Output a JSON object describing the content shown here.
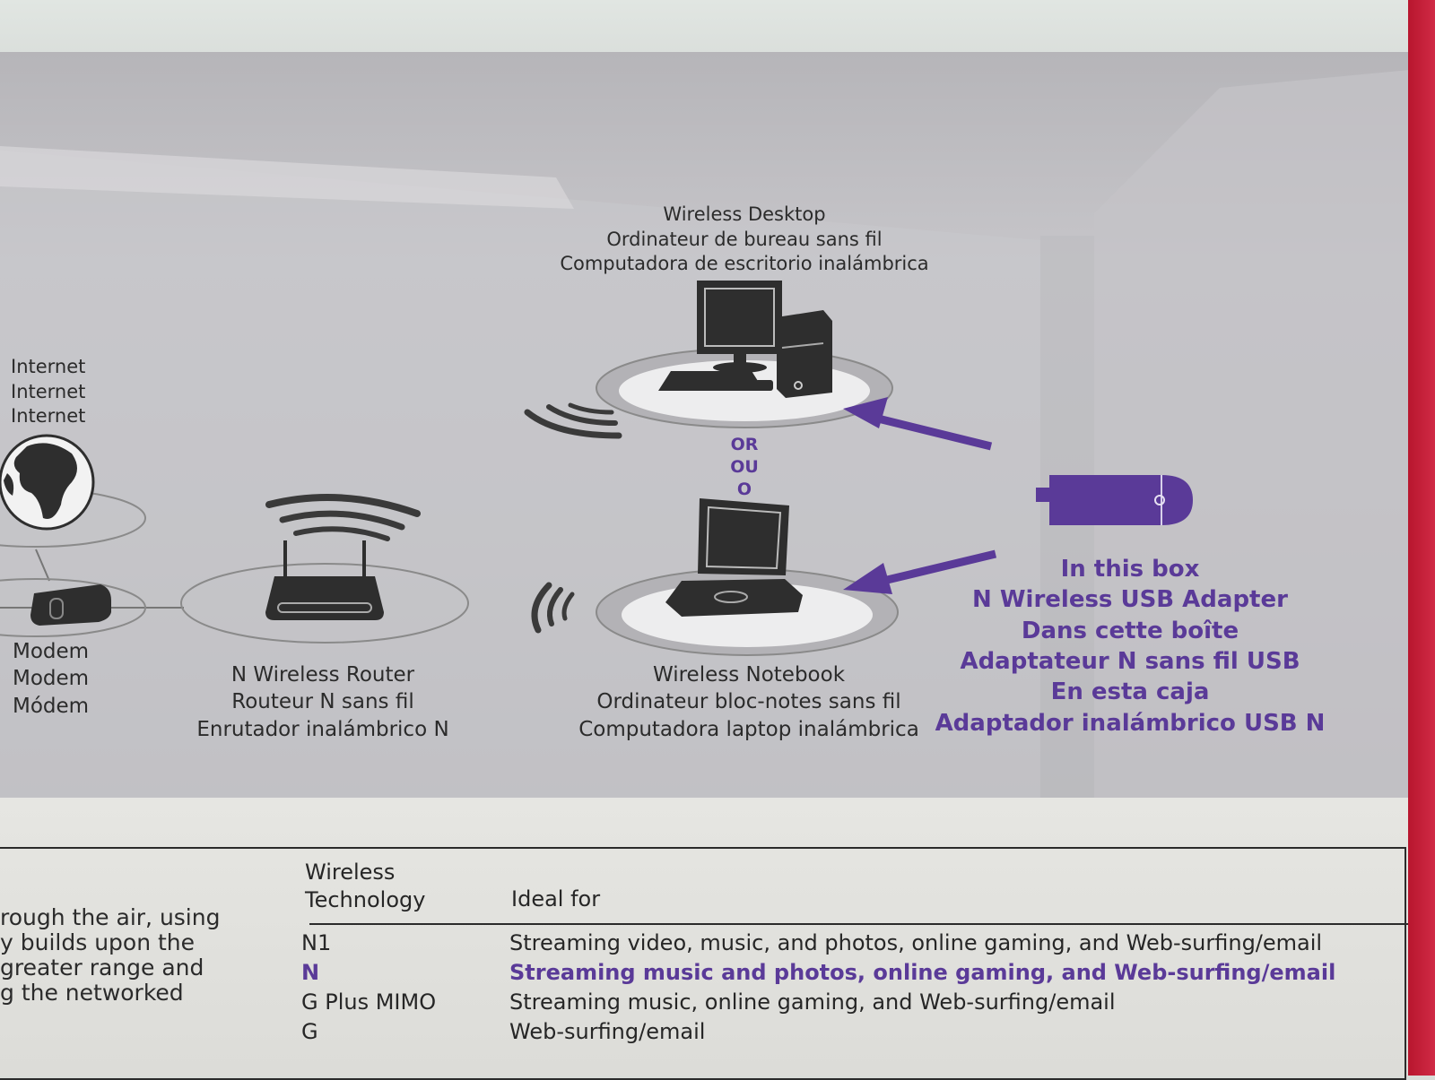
{
  "internet": {
    "lines": [
      "Internet",
      "Internet",
      "Internet"
    ]
  },
  "modem": {
    "lines": [
      "Modem",
      "Modem",
      "Módem"
    ]
  },
  "router": {
    "lines": [
      "N Wireless Router",
      "Routeur N sans fil",
      "Enrutador inalámbrico N"
    ]
  },
  "desktop": {
    "lines": [
      "Wireless Desktop",
      "Ordinateur de bureau sans fil",
      "Computadora de escritorio inalámbrica"
    ]
  },
  "notebook": {
    "lines": [
      "Wireless Notebook",
      "Ordinateur bloc-notes sans fil",
      "Computadora laptop inalámbrica"
    ]
  },
  "or_labels": [
    "OR",
    "OU",
    "O"
  ],
  "in_box": {
    "lines": [
      "In this box",
      "N Wireless USB Adapter",
      "Dans cette boîte",
      "Adaptateur N sans fil USB",
      "En esta caja",
      "Adaptador inalámbrico USB N"
    ]
  },
  "left_text": [
    "rough the air, using",
    "y builds upon the",
    "greater range and",
    "g the networked"
  ],
  "table": {
    "header_tech": [
      "Wireless",
      "Technology"
    ],
    "header_ideal": "Ideal for",
    "rows": [
      {
        "tech": "N1",
        "ideal": "Streaming video, music, and photos, online gaming, and Web-surfing/email",
        "highlight": false
      },
      {
        "tech": "N",
        "ideal": "Streaming music and photos, online gaming, and Web-surfing/email",
        "highlight": true
      },
      {
        "tech": "G Plus MIMO",
        "ideal": "Streaming music, online gaming, and Web-surfing/email",
        "highlight": false
      },
      {
        "tech": "G",
        "ideal": "Web-surfing/email",
        "highlight": false
      }
    ]
  },
  "colors": {
    "accent_purple": "#5a3a98",
    "device_dark": "#2e2e2e"
  }
}
